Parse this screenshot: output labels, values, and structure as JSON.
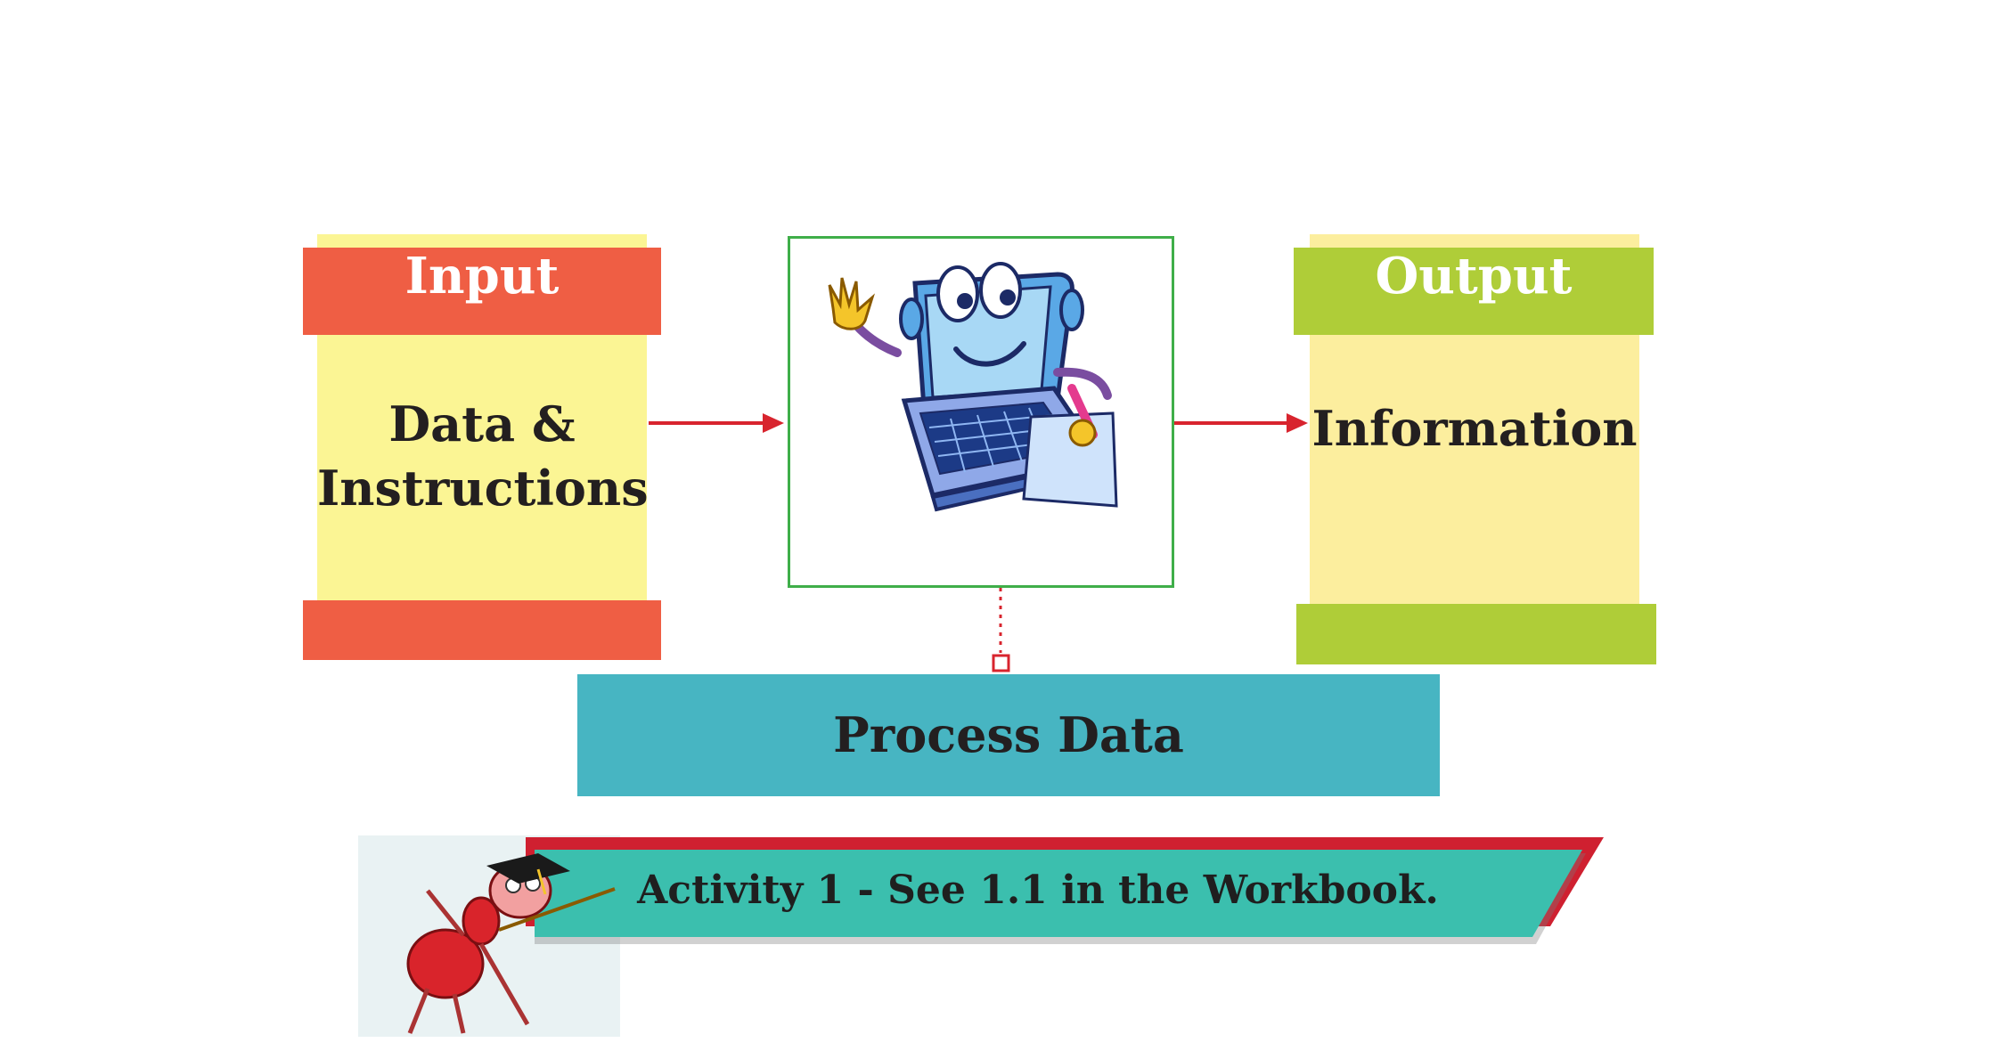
{
  "input": {
    "title": "Input",
    "line1": "Data &",
    "line2": "Instructions"
  },
  "output": {
    "title": "Output",
    "body": "Information"
  },
  "process": {
    "label": "Process Data"
  },
  "activity": {
    "label": "Activity 1 - See 1.1 in the Workbook."
  },
  "icons": {
    "computer": "laptop-mascot-icon",
    "ant": "ant-teacher-mascot-icon",
    "arrow": "arrow-right-icon"
  },
  "colors": {
    "input_accent": "#ef5e44",
    "input_panel": "#fbf594",
    "output_accent": "#afcd38",
    "output_panel": "#fcee9e",
    "process": "#47b5c2",
    "computer_border": "#3fae49",
    "arrow": "#d8242e",
    "banner_teal": "#3bbfae",
    "banner_red": "#cf2030"
  }
}
